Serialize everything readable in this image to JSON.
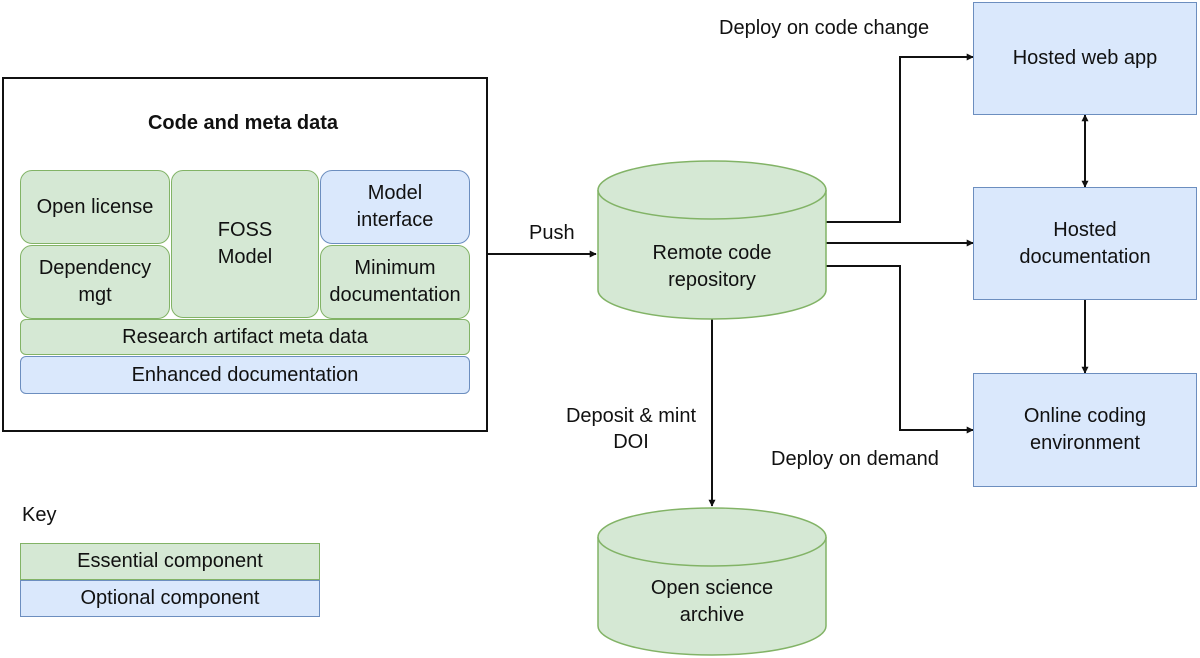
{
  "code_box": {
    "title": "Code and meta data",
    "open_license": "Open license",
    "foss_model": "FOSS\nModel",
    "model_interface": "Model\ninterface",
    "dependency_mgt": "Dependency\nmgt",
    "minimum_documentation": "Minimum\ndocumentation",
    "research_artifact_meta_data": "Research artifact meta data",
    "enhanced_documentation": "Enhanced documentation"
  },
  "key": {
    "title": "Key",
    "essential": "Essential component",
    "optional": "Optional component"
  },
  "repository": {
    "label": "Remote code\nrepository"
  },
  "archive": {
    "label": "Open science\narchive"
  },
  "targets": {
    "web_app": "Hosted web app",
    "documentation": "Hosted\ndocumentation",
    "coding_env": "Online coding\nenvironment"
  },
  "edges": {
    "push": "Push",
    "deploy_code_change": "Deploy on code change",
    "deposit_mint": "Deposit & mint\nDOI",
    "deploy_demand": "Deploy on demand"
  },
  "colors": {
    "essential_fill": "#d5e8d4",
    "essential_stroke": "#82b366",
    "optional_fill": "#dae8fc",
    "optional_stroke": "#6c8ebf",
    "line": "#111111"
  }
}
